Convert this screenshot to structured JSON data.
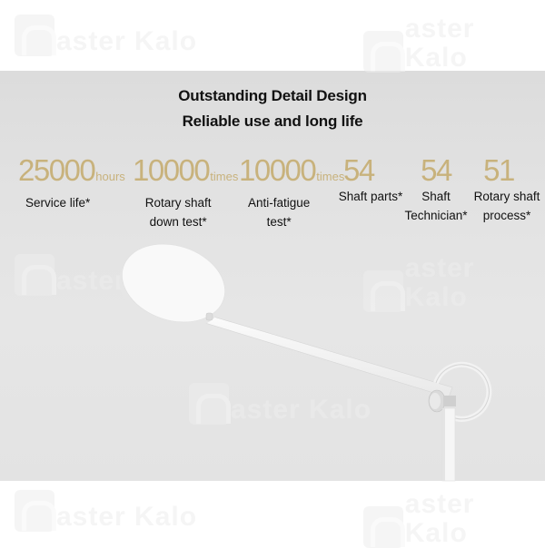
{
  "heading": {
    "line1": "Outstanding Detail Design",
    "line2": "Reliable use and long life"
  },
  "stats": [
    {
      "value": "25000",
      "unit": "hours",
      "label_line1": "Service life*",
      "label_line2": ""
    },
    {
      "value": "10000",
      "unit": "times",
      "label_line1": "Rotary shaft",
      "label_line2": "down test*"
    },
    {
      "value": "10000",
      "unit": "times",
      "label_line1": "Anti-fatigue",
      "label_line2": "test*"
    },
    {
      "value": "54",
      "unit": "",
      "label_line1": "Shaft parts*",
      "label_line2": ""
    },
    {
      "value": "54",
      "unit": "",
      "label_line1": "Shaft",
      "label_line2": "Technician*"
    },
    {
      "value": "51",
      "unit": "",
      "label_line1": "Rotary shaft",
      "label_line2": "process*"
    }
  ],
  "watermark": {
    "text": "aster Kalo",
    "icon": "master-kalo-logo-icon"
  },
  "colors": {
    "accent_gold": "#c8b27c",
    "band_gray": "#e2e2e2",
    "text": "#111111"
  }
}
